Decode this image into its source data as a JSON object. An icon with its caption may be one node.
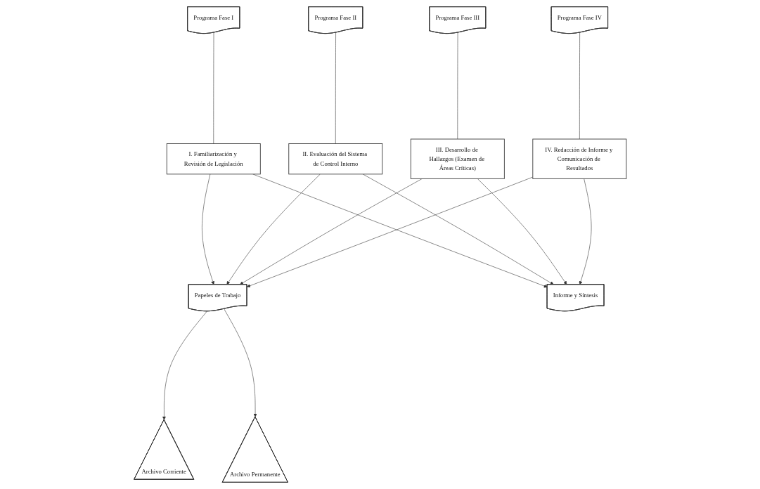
{
  "diagram": {
    "nodes": [
      {
        "text": [
          "I. Familiarización y Revisión de Legislación"
        ]
      },
      {
        "text": [
          "Programa Fase I"
        ]
      },
      {
        "text": [
          "II. Evaluación del Sistema de Control Interno"
        ]
      },
      {
        "text": [
          "Programa Fase II"
        ]
      },
      {
        "text": [
          "III. Desarrollo de Hallazgos (Examen de Áreas Críticas)"
        ]
      },
      {
        "text": [
          "Programa Fase III"
        ]
      },
      {
        "text": [
          "IV. Redacción de Informe y Comunicación de Resultados"
        ]
      },
      {
        "text": [
          "Programa Fase IV"
        ]
      },
      {
        "text": [
          "Archivo Corriente"
        ]
      },
      {
        "text": [
          "Archivo Permanente"
        ]
      },
      {
        "text": [
          "Papeles de Trabajo"
        ]
      },
      {
        "text": [
          "Informe y Síntesis"
        ]
      }
    ],
    "edges": [
      {
        "from": 1,
        "to": 0,
        "arrow": "none"
      },
      {
        "from": 3,
        "to": 2,
        "arrow": "none"
      },
      {
        "from": 5,
        "to": 4,
        "arrow": "none"
      },
      {
        "from": 7,
        "to": 6,
        "arrow": "none"
      },
      {
        "from": 0,
        "to": 10,
        "arrow": "to"
      },
      {
        "from": 2,
        "to": 10,
        "arrow": "to"
      },
      {
        "from": 4,
        "to": 10,
        "arrow": "to"
      },
      {
        "from": 6,
        "to": 10,
        "arrow": "to"
      },
      {
        "from": 0,
        "to": 11,
        "arrow": "to"
      },
      {
        "from": 2,
        "to": 11,
        "arrow": "to"
      },
      {
        "from": 4,
        "to": 11,
        "arrow": "to"
      },
      {
        "from": 6,
        "to": 11,
        "arrow": "to"
      },
      {
        "from": 10,
        "to": 8,
        "arrow": "to"
      },
      {
        "from": 10,
        "to": 9,
        "arrow": "to"
      }
    ]
  }
}
